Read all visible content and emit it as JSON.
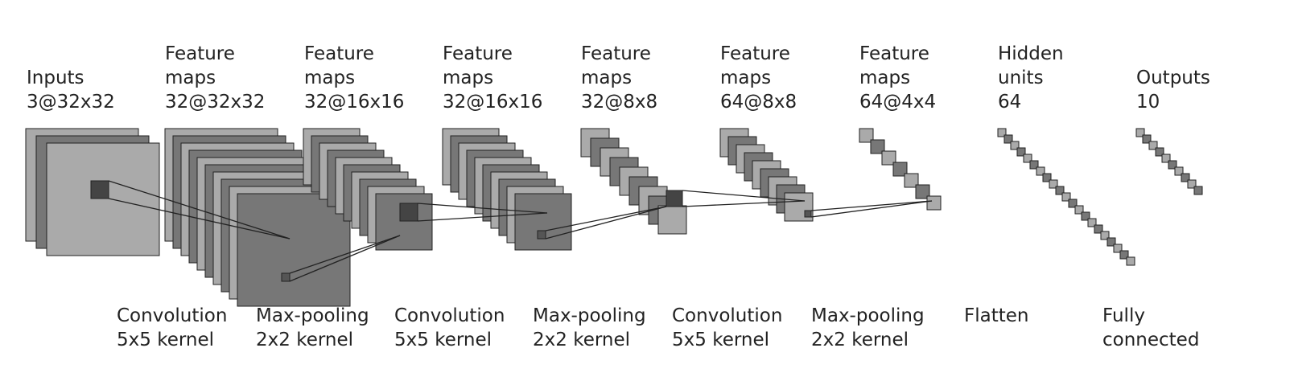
{
  "layers": [
    {
      "lines": [
        "Inputs",
        "3@32x32"
      ]
    },
    {
      "lines": [
        "Feature",
        "maps",
        "32@32x32"
      ]
    },
    {
      "lines": [
        "Feature",
        "maps",
        "32@16x16"
      ]
    },
    {
      "lines": [
        "Feature",
        "maps",
        "32@16x16"
      ]
    },
    {
      "lines": [
        "Feature",
        "maps",
        "32@8x8"
      ]
    },
    {
      "lines": [
        "Feature",
        "maps",
        "64@8x8"
      ]
    },
    {
      "lines": [
        "Feature",
        "maps",
        "64@4x4"
      ]
    },
    {
      "lines": [
        "Hidden",
        "units",
        "64"
      ]
    },
    {
      "lines": [
        "Outputs",
        "10"
      ]
    }
  ],
  "operations": [
    {
      "lines": [
        "Convolution",
        "5x5 kernel"
      ]
    },
    {
      "lines": [
        "Max-pooling",
        "2x2 kernel"
      ]
    },
    {
      "lines": [
        "Convolution",
        "5x5 kernel"
      ]
    },
    {
      "lines": [
        "Max-pooling",
        "2x2 kernel"
      ]
    },
    {
      "lines": [
        "Convolution",
        "5x5 kernel"
      ]
    },
    {
      "lines": [
        "Max-pooling",
        "2x2 kernel"
      ]
    },
    {
      "lines": [
        "Flatten"
      ]
    },
    {
      "lines": [
        "Fully",
        "connected"
      ]
    }
  ],
  "colors": {
    "light": "#aaaaaa",
    "dark": "#777777",
    "stroke": "#222222",
    "background": "#ffffff"
  }
}
